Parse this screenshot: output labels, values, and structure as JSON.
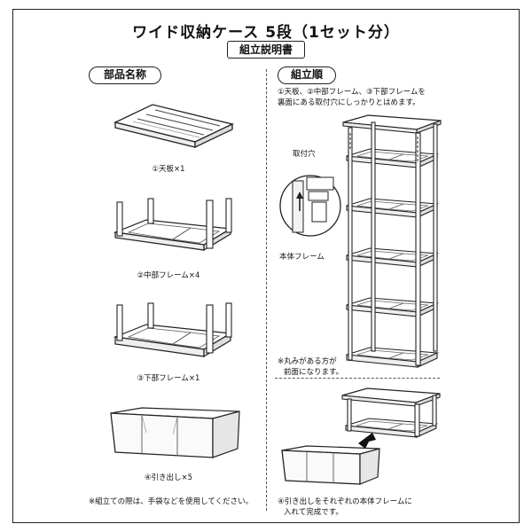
{
  "title": "ワイド収納ケース 5段（1セット分）",
  "subtitle": "組立説明書",
  "left": {
    "heading": "部品名称",
    "parts": [
      {
        "label": "①天板×1"
      },
      {
        "label": "②中部フレーム×4"
      },
      {
        "label": "③下部フレーム×1"
      },
      {
        "label": "④引き出し×5"
      }
    ],
    "note": "※組立ての際は、手袋などを使用してください。"
  },
  "right": {
    "heading": "組立順",
    "step1_line1": "①天板、②中部フレーム、③下部フレームを",
    "step1_line2": "裏面にある取付穴にしっかりとはめます。",
    "label_hole": "取付穴",
    "label_frame": "本体フレーム",
    "note_round_1": "※丸みがある方が",
    "note_round_2": "前面になります。",
    "step2_line1": "④引き出しをそれぞれの本体フレームに",
    "step2_line2": "入れて完成です。"
  }
}
